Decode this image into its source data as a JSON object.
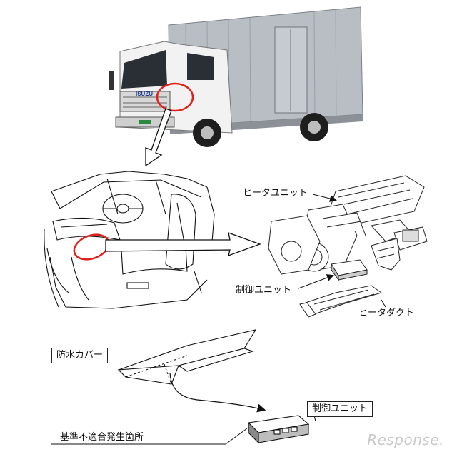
{
  "labels": {
    "heater_unit": "ヒータユニット",
    "control_unit_top": "制御ユニット",
    "heater_duct": "ヒータダクト",
    "waterproof_cover": "防水カバー",
    "control_unit_bottom": "制御ユニット",
    "defect_location": "基準不適合発生箇所"
  },
  "truck": {
    "brand": "ISUZU"
  },
  "watermark": "Response.",
  "colors": {
    "highlight": "#e0201a",
    "line": "#111111",
    "truck_cab": "#f2f2f2",
    "truck_box": "#b9bec5",
    "watermark": "#c9c9c9"
  }
}
